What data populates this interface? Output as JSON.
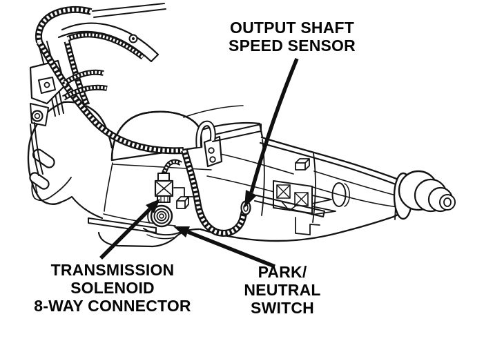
{
  "page": {
    "background": "#ffffff",
    "ink": "#141414",
    "text_color": "#050505"
  },
  "labels": {
    "output_shaft_speed_sensor": {
      "lines": [
        "OUTPUT SHAFT",
        "SPEED SENSOR"
      ]
    },
    "transmission_solenoid_connector": {
      "lines": [
        "TRANSMISSION",
        "SOLENOID",
        "8-WAY CONNECTOR"
      ]
    },
    "park_neutral_switch": {
      "lines": [
        "PARK/",
        "NEUTRAL",
        "SWITCH"
      ]
    }
  }
}
